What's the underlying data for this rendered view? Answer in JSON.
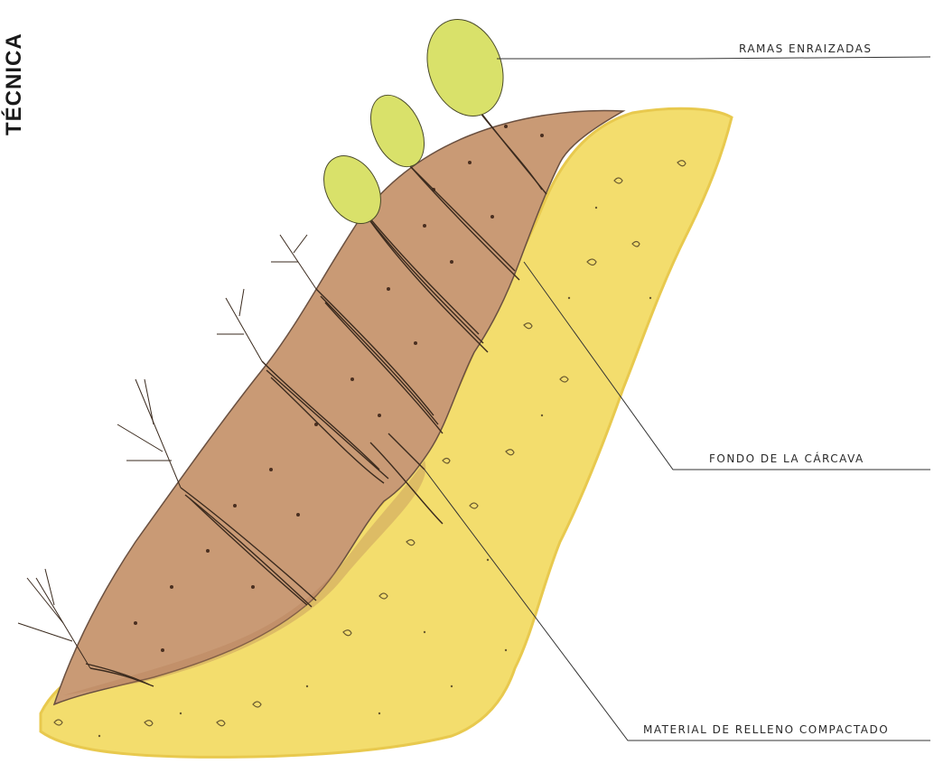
{
  "side_title": "TÉCNICA",
  "labels": {
    "top": "RAMAS ENRAIZADAS",
    "middle": "FONDO DE LA CÁRCAVA",
    "bottom": "MATERIAL DE RELLENO COMPACTADO"
  },
  "colors": {
    "fill_material": "#f3dd6d",
    "fill_material_edge": "#e8c94e",
    "gully_soil": "#c99a75",
    "gully_soil_dark": "#b47d57",
    "foliage": "#d9e16a",
    "branch": "#3a2a1e",
    "line": "#333333"
  },
  "icons": [
    "branch-cutting-icon",
    "foliage-icon"
  ]
}
